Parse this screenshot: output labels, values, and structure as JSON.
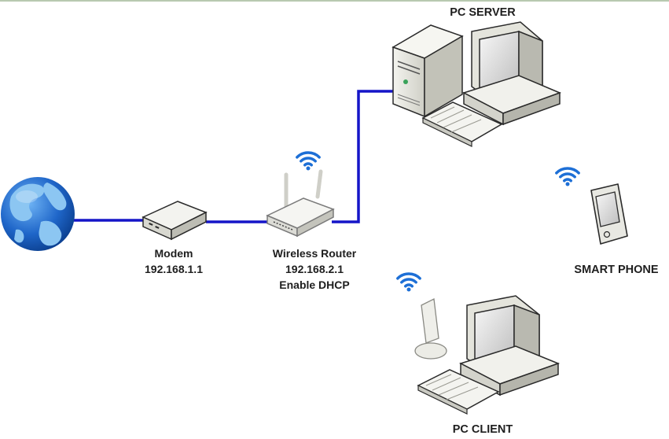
{
  "nodes": {
    "server": {
      "label": "PC SERVER"
    },
    "phone": {
      "label": "SMART PHONE"
    },
    "client": {
      "label": "PC CLIENT"
    },
    "modem": {
      "name": "Modem",
      "ip": "192.168.1.1"
    },
    "router": {
      "name": "Wireless Router",
      "ip": "192.168.2.1",
      "note": "Enable DHCP"
    }
  },
  "icons": {
    "internet": "globe-icon",
    "modem": "modem-icon",
    "router": "wireless-router-icon",
    "server": "server-computer-icon",
    "client": "desktop-computer-icon",
    "phone": "smartphone-icon",
    "wifi": "wifi-signal-icon"
  },
  "colors": {
    "link": "#1515c8",
    "wifi": "#1d6fd6",
    "globe_ocean": "#1f66c9",
    "globe_land": "#8cc6f2"
  }
}
